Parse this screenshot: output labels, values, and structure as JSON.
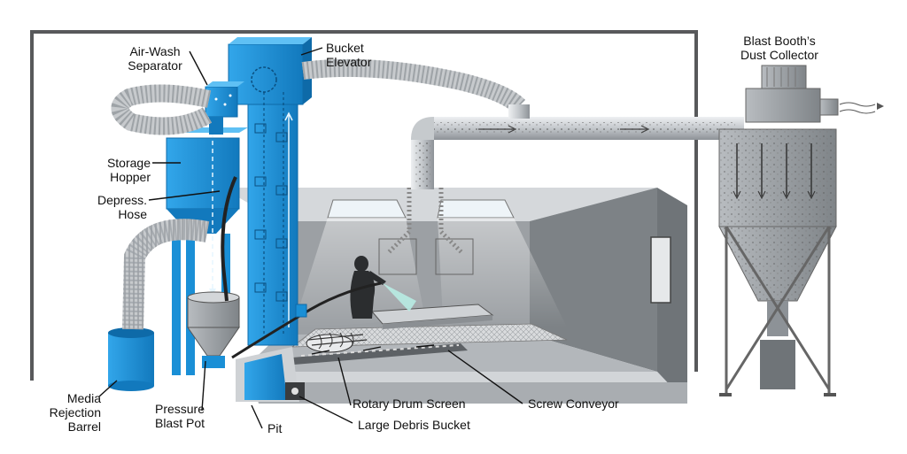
{
  "labels": {
    "air_wash_separator": [
      "Air-Wash",
      "Separator"
    ],
    "bucket_elevator": [
      "Bucket",
      "Elevator"
    ],
    "dust_collector": [
      "Blast Booth’s",
      "Dust Collector"
    ],
    "storage_hopper": [
      "Storage",
      "Hopper"
    ],
    "depress_hose": [
      "Depress.",
      "Hose"
    ],
    "media_rejection_barrel": [
      "Media",
      "Rejection",
      "Barrel"
    ],
    "pressure_blast_pot": [
      "Pressure",
      "Blast Pot"
    ],
    "pit": "Pit",
    "rotary_drum_screen": "Rotary Drum Screen",
    "screw_conveyor": "Screw Conveyor",
    "large_debris_bucket": "Large Debris Bucket"
  },
  "colors": {
    "equipment_blue": "#1a8fd6",
    "equipment_blue_dark": "#0e6aa8",
    "booth_gray": "#8e9296",
    "duct_silver": "#c9ccd0",
    "frame_gray": "#58595b"
  }
}
